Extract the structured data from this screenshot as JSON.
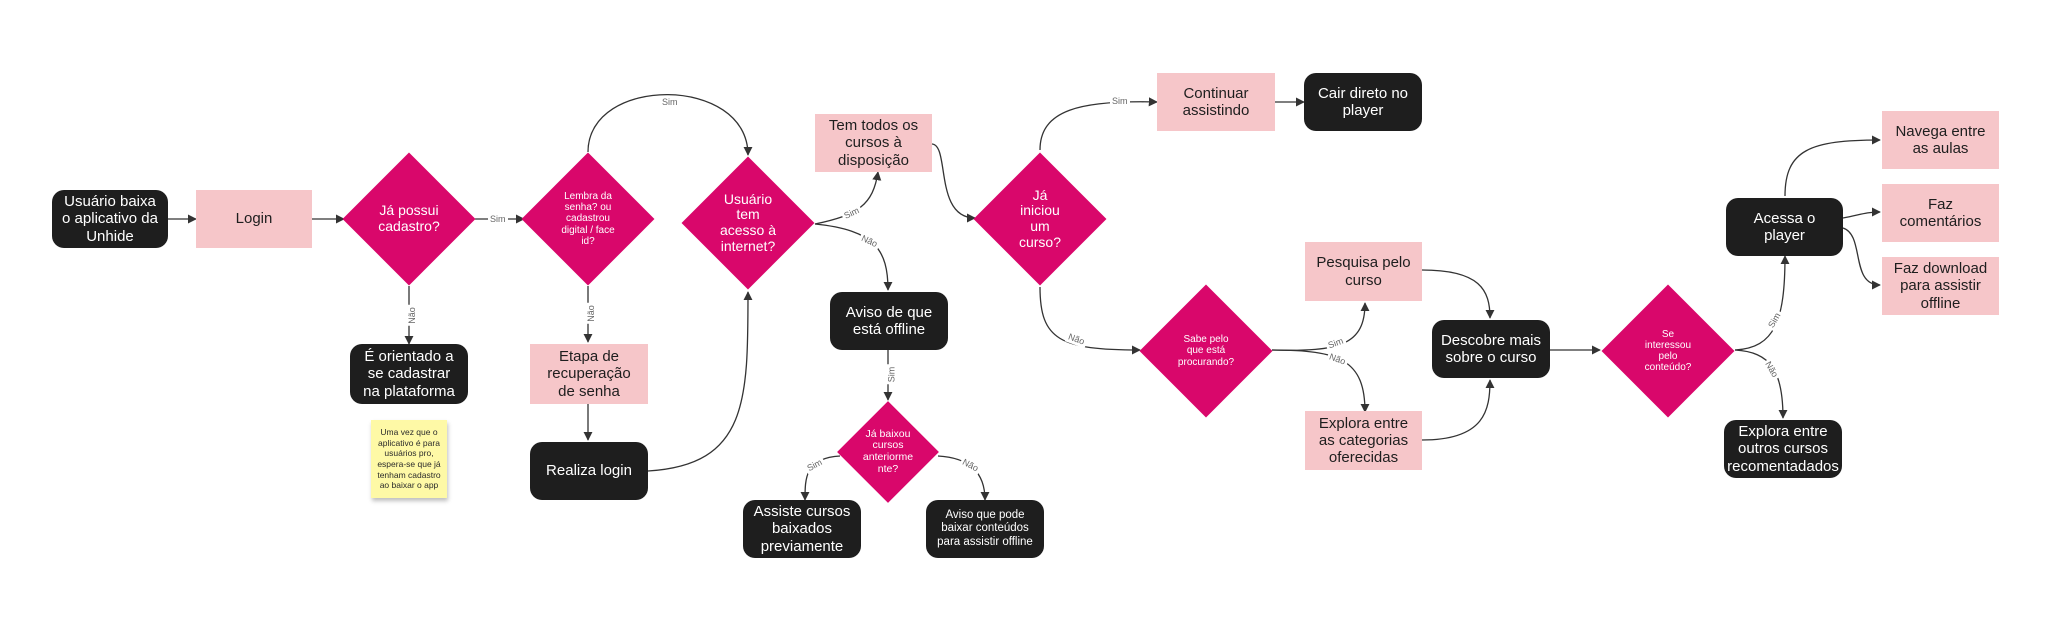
{
  "nodes": {
    "n_start": "Usuário baixa o aplicativo da Unhide",
    "n_login": "Login",
    "d_cadastro": "Já possui cadastro?",
    "n_orientado": "É orientado a se cadastrar na plataforma",
    "d_lembra": "Lembra da senha? ou cadastrou digital / face id?",
    "n_etapa": "Etapa de recuperação de senha",
    "n_realiza": "Realiza login",
    "d_internet": "Usuário tem acesso à internet?",
    "n_cursos": "Tem todos os cursos à disposição",
    "n_aviso_offline": "Aviso de que está offline",
    "d_baixou": "Já baixou cursos anteriorme nte?",
    "n_assiste": "Assiste cursos baixados previamente",
    "n_aviso_baixar": "Aviso que pode baixar conteúdos para assistir offline",
    "d_iniciou": "Já iniciou um curso?",
    "n_continuar": "Continuar assistindo",
    "n_cair": "Cair direto no player",
    "d_sabe": "Sabe pelo que está procurando?",
    "n_pesquisa": "Pesquisa pelo curso",
    "n_explora_cat": "Explora entre as categorias oferecidas",
    "n_descobre": "Descobre mais sobre o curso",
    "d_interessou": "Se interessou pelo conteúdo?",
    "n_acessa": "Acessa o player",
    "n_explora_outros": "Explora entre outros cursos recomentadados",
    "n_navega": "Navega entre as aulas",
    "n_comentarios": "Faz comentários",
    "n_download": "Faz download para assistir offline"
  },
  "sticky_note": "Uma vez que o aplicativo é para usuários pro, espera-se que já tenham cadastro ao baixar o app",
  "edge_labels": {
    "sim": "Sim",
    "nao": "Não"
  },
  "colors": {
    "decision": "#d9076b",
    "action": "#1e1e1e",
    "state": "#f6c6c9",
    "note": "#fef9a6",
    "edge": "#333333"
  }
}
